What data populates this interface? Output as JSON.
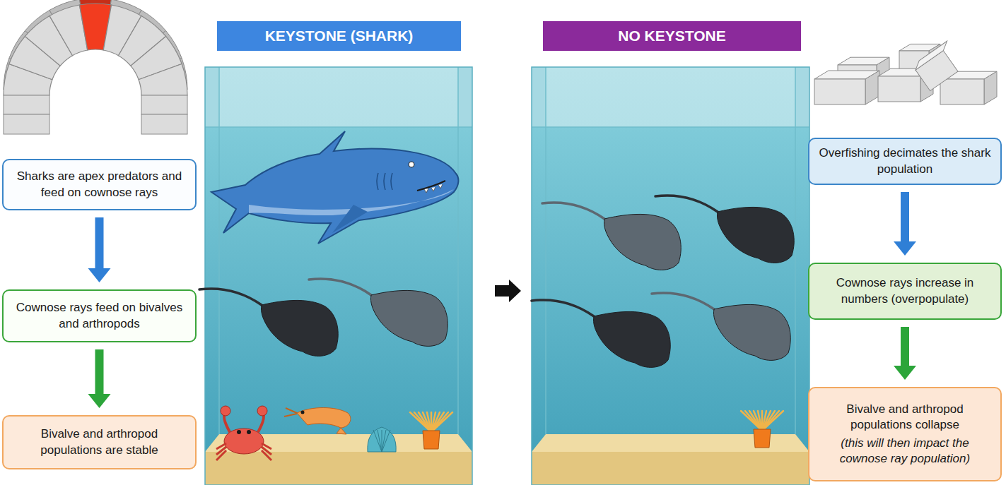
{
  "diagram": {
    "nodes": [
      {
        "text": [
          "KEYSTONE (SHARK)"
        ]
      },
      {
        "text": [
          "NO KEYSTONE"
        ]
      },
      {
        "text": [
          "Sharks are apex predators and feed on cownose rays"
        ]
      },
      {
        "text": [
          "Cownose rays feed on bivalves and arthropods"
        ]
      },
      {
        "text": [
          "Bivalve and arthropod populations are stable"
        ]
      },
      {
        "text": [
          "Overfishing decimates the shark population"
        ]
      },
      {
        "text": [
          "Cownose rays increase in numbers (overpopulate)"
        ]
      },
      {
        "text": [
          "Bivalve and arthropod populations collapse",
          "(this will then impact the cownose ray population)"
        ]
      }
    ],
    "edges": [
      {
        "from": 2,
        "to": 3,
        "arrow": "to"
      },
      {
        "from": 3,
        "to": 4,
        "arrow": "to"
      },
      {
        "from": 5,
        "to": 6,
        "arrow": "to"
      },
      {
        "from": 6,
        "to": 7,
        "arrow": "to"
      }
    ]
  }
}
